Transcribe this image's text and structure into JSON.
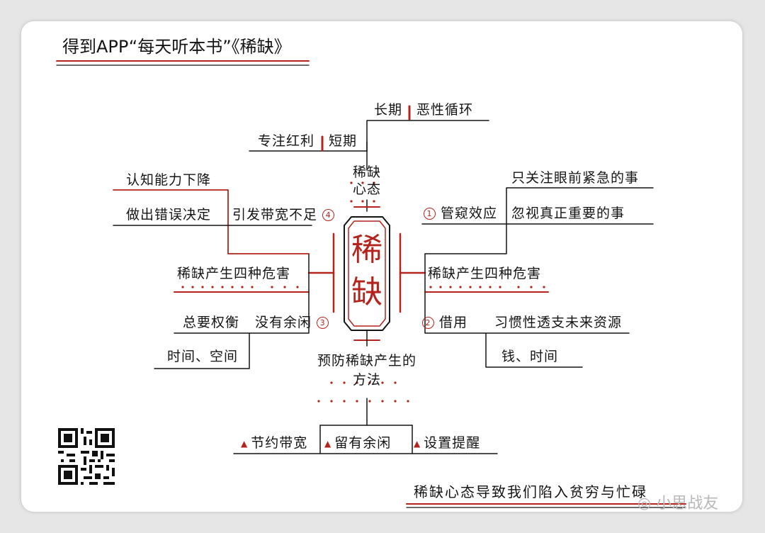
{
  "title": "得到APP“每天听本书”《稀缺》",
  "center": {
    "seal_chars": [
      "稀",
      "缺"
    ]
  },
  "top": {
    "mindset": "稀缺心态",
    "short_term": "短期",
    "focus_bonus": "专注红利",
    "long_term": "长期",
    "vicious_cycle": "恶性循环"
  },
  "left": {
    "harms": "稀缺产生四种危害",
    "bandwidth": "引发带宽不足",
    "bandwidth_num": "4",
    "cognitive": "认知能力下降",
    "wrong_decision": "做出错误决定",
    "no_slack": "没有余闲",
    "no_slack_num": "3",
    "tradeoff": "总要权衡",
    "time_space": "时间、空间"
  },
  "right": {
    "harms": "稀缺产生四种危害",
    "tunnel": "管窥效应",
    "tunnel_num": "1",
    "urgent_only": "只关注眼前紧急的事",
    "ignore_important": "忽视真正重要的事",
    "borrow": "借用",
    "borrow_num": "2",
    "overdraw": "习惯性透支未来资源",
    "money_time": "钱、时间"
  },
  "bottom": {
    "prevent": "预防稀缺产生的方法",
    "save_bandwidth": "节约带宽",
    "keep_slack": "留有余闲",
    "set_reminder": "设置提醒"
  },
  "footer": {
    "conclusion": "稀缺心态导致我们陷入贫穷与忙碌",
    "watermark": "小思战友"
  },
  "colors": {
    "accent": "#b5241c",
    "ink": "#141414",
    "background": "#ffffff"
  }
}
